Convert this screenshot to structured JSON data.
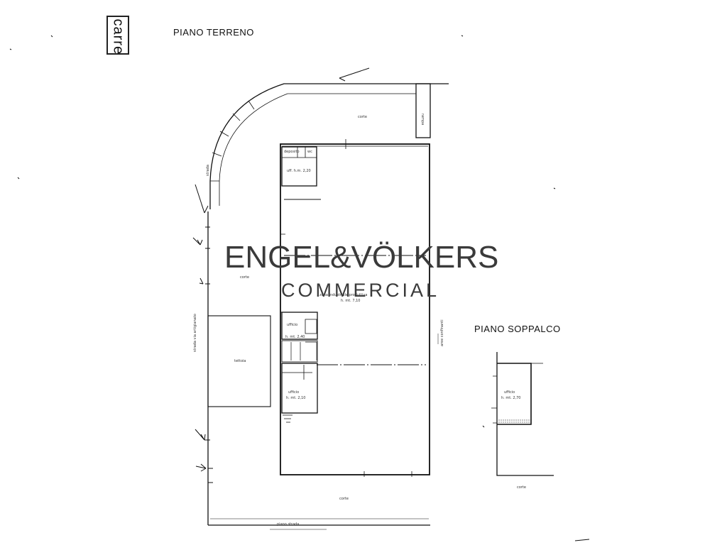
{
  "stamp_text": "carre",
  "ground_floor_title": "PIANO TERRENO",
  "mezzanine_title": "PIANO SOPPALCO",
  "labels": {
    "courtyard_top": "corte",
    "courtyard_left": "corte",
    "courtyard_bottom": "corte",
    "courtyard_mezz": "corte",
    "storage": "deposito",
    "wc": "wc",
    "office_small": "uff. h.m. 2,20",
    "main_hall": "zona industriale produttiva",
    "main_hall_height": "h. mt. 7,10",
    "office_mid": "ufficio",
    "office_mid_height": "h. mt. 2,40",
    "office_low": "ufficio",
    "office_low_height": "h. mt. 2,10",
    "shelter": "tettoia",
    "side_strip": "strada",
    "left_street": "strada via artigianato",
    "right_side": "aree confinanti",
    "right_strip_top": "rampa",
    "mezz_office": "ufficio",
    "mezz_office_height": "h. mt. 2,70",
    "bottom_note": "piano strada"
  },
  "watermark": {
    "brand": "ENGEL&VÖLKERS",
    "division": "COMMERCIAL"
  }
}
